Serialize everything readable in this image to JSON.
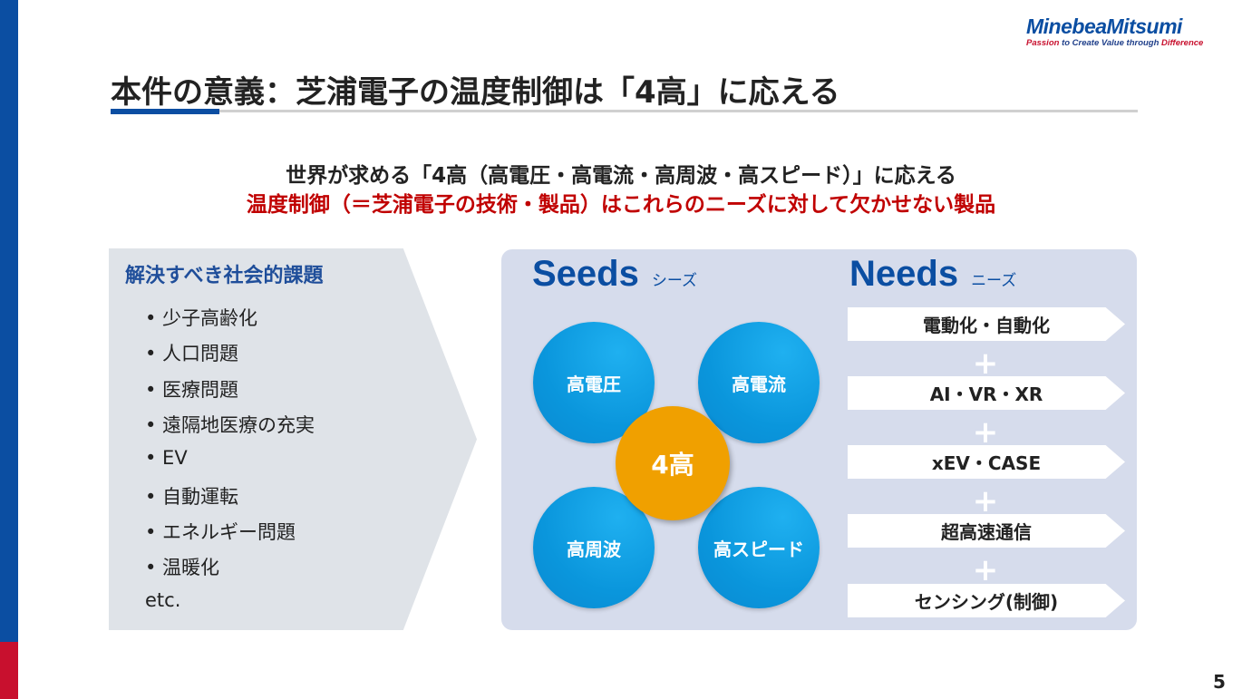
{
  "logo": {
    "name": "MinebeaMitsumi",
    "tagline_parts": [
      "Passion",
      " to Create Value through ",
      "Difference"
    ]
  },
  "title": "本件の意義：芝浦電子の温度制御は「4高」に応える",
  "subtitle": {
    "line1": "世界が求める「4高（高電圧・高電流・高周波・高スピード）」に応える",
    "line2": "温度制御（＝芝浦電子の技術・製品）はこれらのニーズに対して欠かせない製品"
  },
  "issues": {
    "heading": "解決すべき社会的課題",
    "items": [
      "• 少子高齢化",
      "• 人口問題",
      "• 医療問題",
      "• 遠隔地医療の充実",
      "• EV",
      "• 自動運転",
      "• エネルギー問題",
      "• 温暖化",
      "etc."
    ]
  },
  "seeds": {
    "title": "Seeds",
    "kana": "シーズ",
    "circles": [
      "高電圧",
      "高電流",
      "高周波",
      "高スピード"
    ],
    "center": "4高"
  },
  "needs": {
    "title": "Needs",
    "kana": "ニーズ",
    "items": [
      "電動化・自動化",
      "AI・VR・XR",
      "xEV・CASE",
      "超高速通信",
      "センシング(制御)"
    ],
    "plus": "+"
  },
  "page_number": "5"
}
